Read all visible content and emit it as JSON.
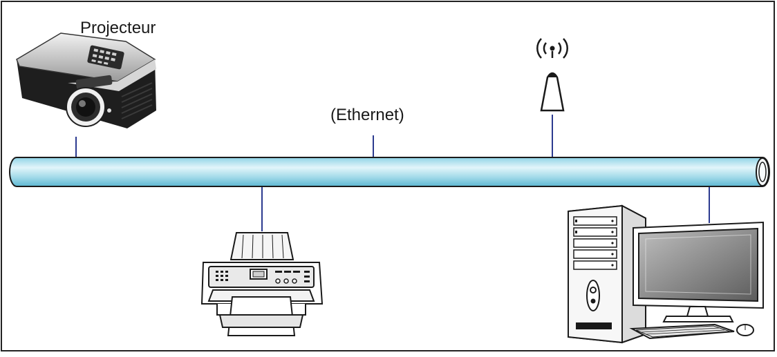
{
  "diagram": {
    "labels": {
      "projector": "Projecteur",
      "network": "(Ethernet)"
    },
    "nodes": [
      {
        "id": "projector",
        "icon": "projector-icon"
      },
      {
        "id": "access-point",
        "icon": "wireless-access-point-icon"
      },
      {
        "id": "printer",
        "icon": "printer-icon"
      },
      {
        "id": "computer",
        "icon": "desktop-computer-icon"
      }
    ],
    "colors": {
      "cable_top": "#8fd3e6",
      "cable_mid": "#d9f2f8",
      "cable_bottom": "#5db7d1",
      "connector": "#2b3a8f",
      "device_dark": "#1f1f1f",
      "frame": "#222222"
    }
  }
}
